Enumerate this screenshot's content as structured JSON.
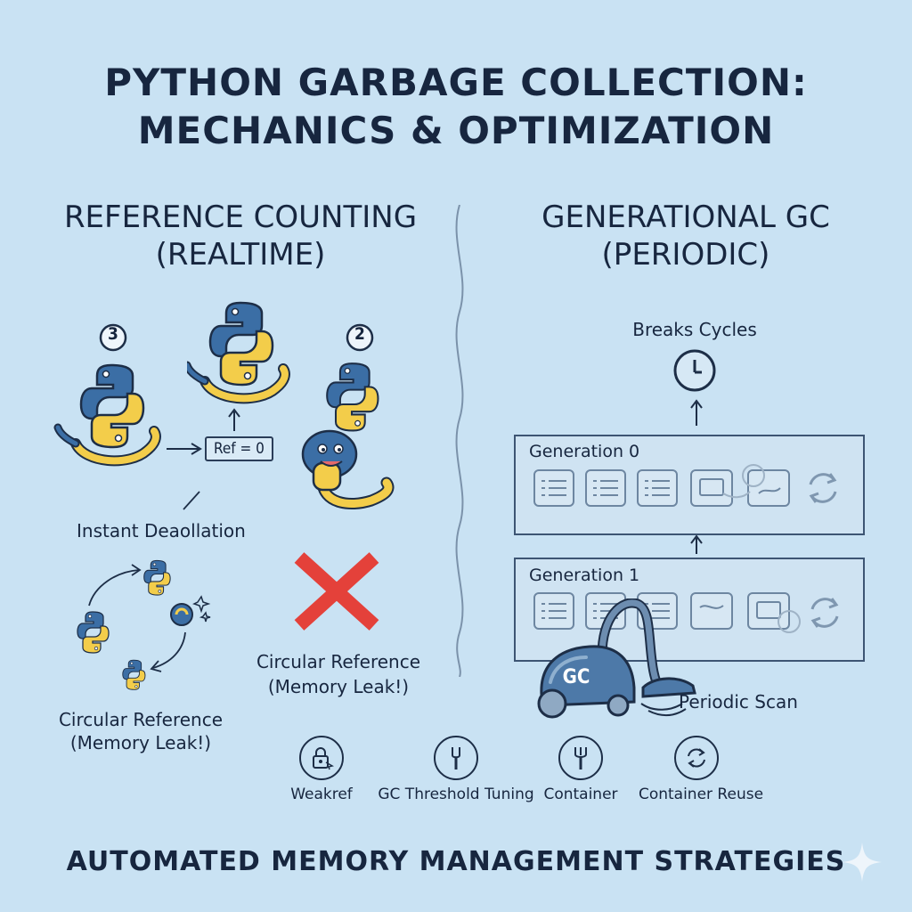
{
  "title": {
    "line1": "PYTHON GARBAGE COLLECTION:",
    "line2": "MECHANICS & OPTIMIZATION"
  },
  "left": {
    "heading_line1": "REFERENCE COUNTING",
    "heading_line2": "(REALTIME)",
    "count_a": "3",
    "count_b": "2",
    "ref_box": "Ref = 0",
    "instant_label": "Instant Deaollation",
    "circular_label_line1": "Circular Reference",
    "circular_label_line2": "(Memory Leak!)",
    "x_label_line1": "Circular Reference",
    "x_label_line2": "(Memory Leak!)"
  },
  "right": {
    "heading_line1": "GENERATIONAL GC",
    "heading_line2": "(PERIODIC)",
    "breaks_label": "Breaks Cycles",
    "gen0_label": "Generation 0",
    "gen1_label": "Generation 1",
    "vacuum_text": "GC",
    "scan_label": "Periodic Scan"
  },
  "tools": [
    {
      "label": "Weakref",
      "icon": "padlock-icon"
    },
    {
      "label": "GC Threshold Tuning",
      "icon": "tuning-fork-icon"
    },
    {
      "label": "Container",
      "icon": "fork-icon"
    },
    {
      "label": "Container Reuse",
      "icon": "recycle-icon"
    }
  ],
  "footer": "AUTOMATED MEMORY MANAGEMENT STRATEGIES",
  "colors": {
    "background": "#c9e2f3",
    "python_blue": "#3b6ea5",
    "python_yellow": "#f3cd4a",
    "cross_red": "#e4413a",
    "ink": "#17263f"
  }
}
